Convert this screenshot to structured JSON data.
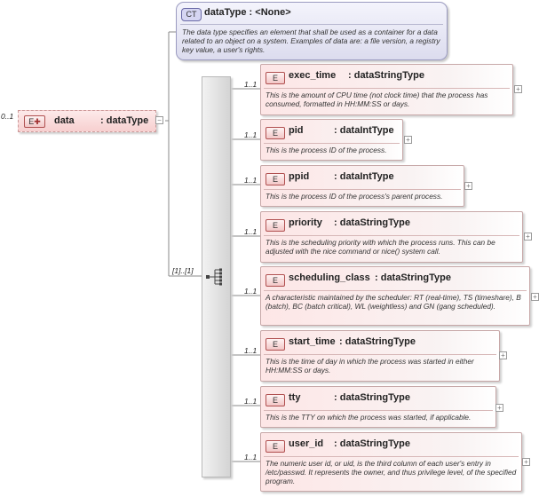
{
  "complex_type": {
    "badge": "CT",
    "name": "dataType",
    "type": "<None>",
    "doc": "The data type specifies an element that shall be used as a container for a data related to an object on a system. Examples of data are: a file version, a registry key value, a user's rights."
  },
  "root": {
    "occurrence": "0..1",
    "badge": "E",
    "name": "data",
    "type": ": dataType"
  },
  "sequence": {
    "occurrence": "[1]..[1]"
  },
  "children": [
    {
      "occurrence": "1..1",
      "badge": "E",
      "name": "exec_time",
      "type": ": dataStringType",
      "doc": "This is the amount of CPU time (not clock time) that the process has consumed, formatted in HH:MM:SS or days."
    },
    {
      "occurrence": "1..1",
      "badge": "E",
      "name": "pid",
      "type": ": dataIntType",
      "doc": "This is the process ID of the process."
    },
    {
      "occurrence": "1..1",
      "badge": "E",
      "name": "ppid",
      "type": ": dataIntType",
      "doc": "This is the process ID of the process's parent process."
    },
    {
      "occurrence": "1..1",
      "badge": "E",
      "name": "priority",
      "type": ": dataStringType",
      "doc": "This is the scheduling priority with which the process runs.  This can be adjusted with the nice command or nice() system call."
    },
    {
      "occurrence": "1..1",
      "badge": "E",
      "name": "scheduling_class",
      "type": ": dataStringType",
      "doc": "A characteristic maintained by the scheduler: RT (real-time), TS (timeshare), B (batch), BC (batch critical), WL (weightless) and GN (gang scheduled)."
    },
    {
      "occurrence": "1..1",
      "badge": "E",
      "name": "start_time",
      "type": ": dataStringType",
      "doc": "This is the time of day in which the process was started in either HH:MM:SS or days."
    },
    {
      "occurrence": "1..1",
      "badge": "E",
      "name": "tty",
      "type": ": dataStringType",
      "doc": "This is the TTY on which the process was started, if applicable."
    },
    {
      "occurrence": "1..1",
      "badge": "E",
      "name": "user_id",
      "type": ": dataStringType",
      "doc": "The numeric user id, or uid, is the third column of each user's entry in /etc/passwd.  It represents the owner, and thus privilege level, of the specified program."
    }
  ],
  "expand_symbol": "+",
  "collapse_symbol": "−"
}
